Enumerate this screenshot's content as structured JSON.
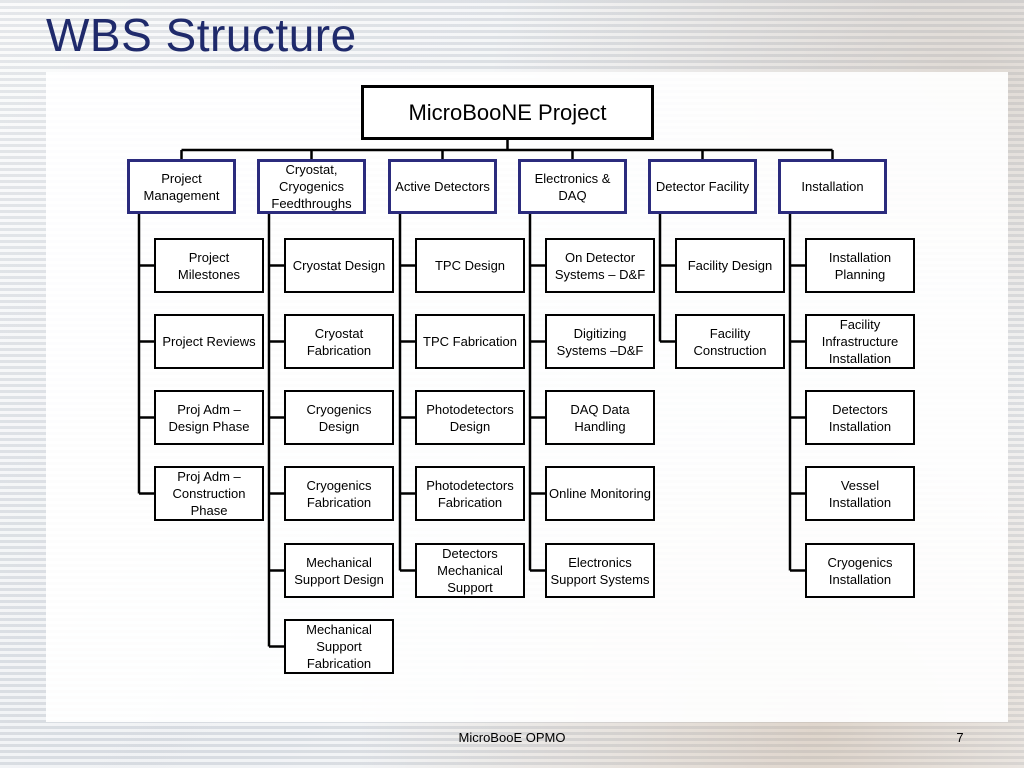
{
  "slide": {
    "title": "WBS Structure",
    "footer": "MicroBooE OPMO",
    "page_number": "7"
  },
  "wbs": {
    "root": "MicroBooNE Project",
    "branches": [
      {
        "label": "Project Management",
        "children": [
          "Project Milestones",
          "Project Reviews",
          "Proj Adm – Design Phase",
          "Proj Adm – Construction Phase"
        ]
      },
      {
        "label": "Cryostat, Cryogenics Feedthroughs",
        "children": [
          "Cryostat Design",
          "Cryostat Fabrication",
          "Cryogenics Design",
          "Cryogenics Fabrication",
          "Mechanical Support Design",
          "Mechanical Support Fabrication"
        ]
      },
      {
        "label": "Active Detectors",
        "children": [
          "TPC Design",
          "TPC Fabrication",
          "Photodetectors Design",
          "Photodetectors Fabrication",
          "Detectors Mechanical Support"
        ]
      },
      {
        "label": "Electronics & DAQ",
        "children": [
          "On Detector Systems – D&F",
          "Digitizing Systems –D&F",
          "DAQ Data Handling",
          "Online Monitoring",
          "Electronics Support Systems"
        ]
      },
      {
        "label": "Detector Facility",
        "children": [
          "Facility Design",
          "Facility Construction"
        ]
      },
      {
        "label": "Installation",
        "children": [
          "Installation Planning",
          "Facility Infrastructure Installation",
          "Detectors Installation",
          "Vessel Installation",
          "Cryogenics Installation"
        ]
      }
    ]
  },
  "colors": {
    "title": "#1f2a6b",
    "level1_border": "#2b2b7d",
    "box_border": "#000000",
    "connector": "#000000"
  }
}
